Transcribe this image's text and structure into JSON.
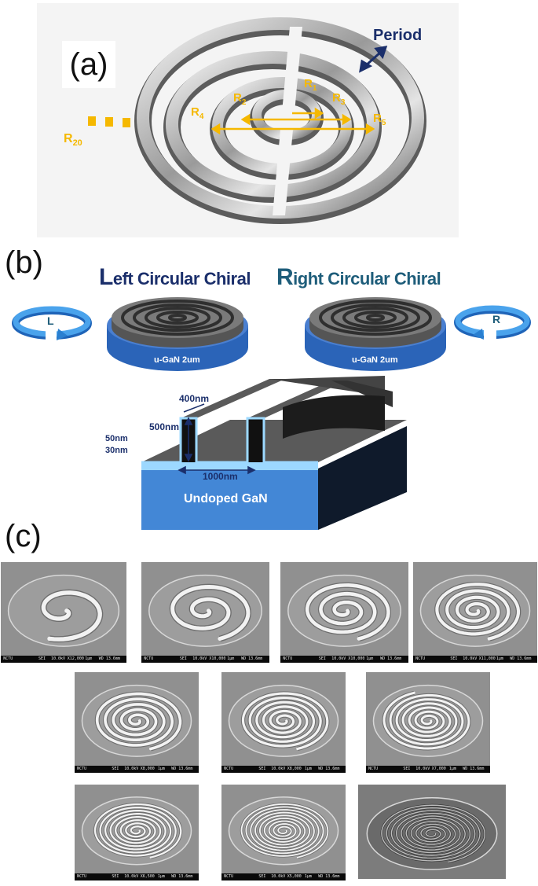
{
  "panels": {
    "a": {
      "label": "(a)",
      "period_label": "Period",
      "r20_label": "R",
      "r20_sub": "20",
      "radii": [
        {
          "t": "R",
          "s": "1"
        },
        {
          "t": "R",
          "s": "2"
        },
        {
          "t": "R",
          "s": "3"
        },
        {
          "t": "R",
          "s": "4"
        },
        {
          "t": "R",
          "s": "5"
        }
      ]
    },
    "b": {
      "label": "(b)",
      "left_title_big": "L",
      "left_title_rest": "eft Circular Chiral",
      "right_title_big": "R",
      "right_title_rest": "ight Circular Chiral",
      "left_arrow_letter": "L",
      "right_arrow_letter": "R",
      "substrate_label": "u-GaN 2um",
      "dims": {
        "top_width": "400nm",
        "height": "500nm",
        "layer1": "50nm",
        "layer2": "30nm",
        "pitch": "1000nm"
      },
      "block_label": "Undoped GaN"
    },
    "c": {
      "label": "(c)"
    }
  },
  "sem_images": [
    {
      "brand": "NCTU",
      "det": "SEI",
      "kv": "10.0kV",
      "mag": "X12,000",
      "scale": "1µm",
      "wd": "WD 13.6mm",
      "turns": 1.3
    },
    {
      "brand": "NCTU",
      "det": "SEI",
      "kv": "10.0kV",
      "mag": "X10,000",
      "scale": "1µm",
      "wd": "WD 13.6mm",
      "turns": 2.2
    },
    {
      "brand": "NCTU",
      "det": "SEI",
      "kv": "10.0kV",
      "mag": "X10,000",
      "scale": "1µm",
      "wd": "WD 13.6mm",
      "turns": 3.2
    },
    {
      "brand": "NCTU",
      "det": "SEI",
      "kv": "10.0kV",
      "mag": "X11,000",
      "scale": "1µm",
      "wd": "WD 13.6mm",
      "turns": 4.2
    },
    {
      "brand": "NCTU",
      "det": "SEI",
      "kv": "10.0kV",
      "mag": "X8,000",
      "scale": "1µm",
      "wd": "WD 13.6mm",
      "turns": 5.2
    },
    {
      "brand": "NCTU",
      "det": "SEI",
      "kv": "10.0kV",
      "mag": "X8,000",
      "scale": "1µm",
      "wd": "WD 13.6mm",
      "turns": 6.2
    },
    {
      "brand": "NCTU",
      "det": "SEI",
      "kv": "10.0kV",
      "mag": "X7,000",
      "scale": "1µm",
      "wd": "WD 13.6mm",
      "turns": 6.7
    },
    {
      "brand": "NCTU",
      "det": "SEI",
      "kv": "10.0kV",
      "mag": "X6,500",
      "scale": "1µm",
      "wd": "WD 13.6mm",
      "turns": 8.2
    },
    {
      "brand": "NCTU",
      "det": "SEI",
      "kv": "10.0kV",
      "mag": "X5,000",
      "scale": "1µm",
      "wd": "WD 13.6mm",
      "turns": 9.2
    },
    {
      "brand": "",
      "det": "",
      "kv": "",
      "mag": "",
      "scale": "",
      "wd": "",
      "turns": 10.2
    }
  ],
  "colors": {
    "accent_yellow": "#f5b800",
    "navy": "#1b2f6b",
    "gan_blue": "#3f86d6",
    "chiral_arrow": "#2a7fd0"
  }
}
